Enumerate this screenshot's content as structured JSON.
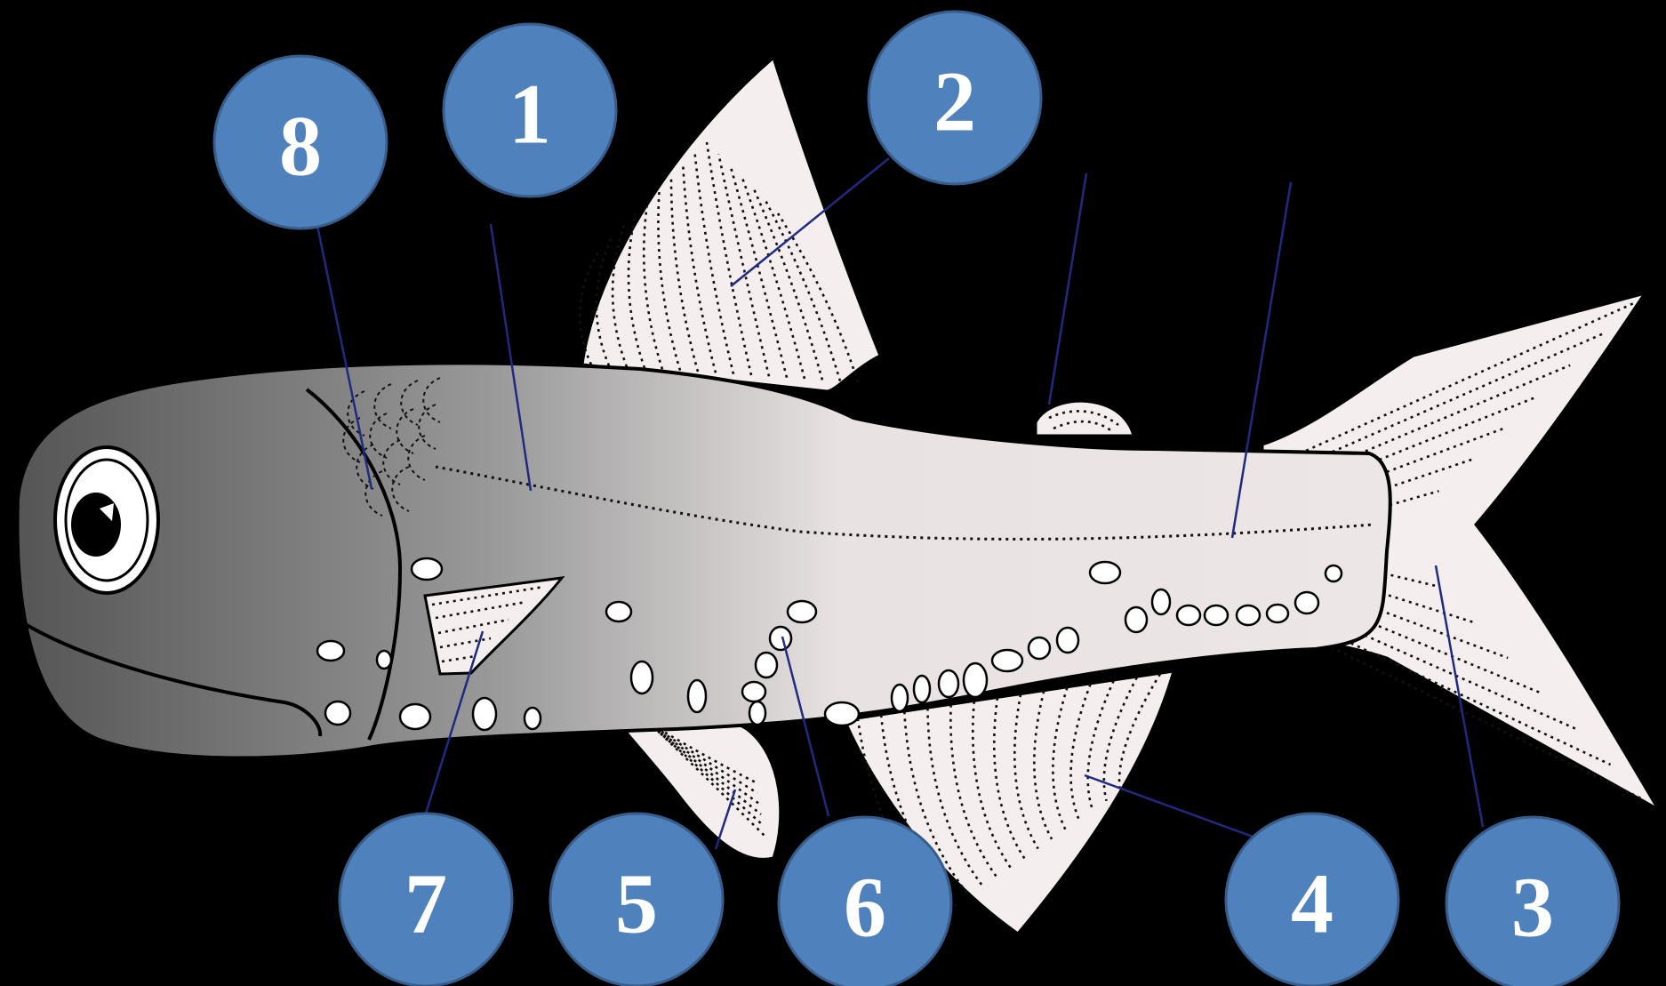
{
  "diagram": {
    "background": "#000000",
    "callout_fill": "#4f81bd",
    "leader_color": "#1f2a80",
    "callouts": [
      {
        "id": "callout-1",
        "label": "1"
      },
      {
        "id": "callout-2",
        "label": "2"
      },
      {
        "id": "callout-3",
        "label": "3"
      },
      {
        "id": "callout-4",
        "label": "4"
      },
      {
        "id": "callout-5",
        "label": "5"
      },
      {
        "id": "callout-6",
        "label": "6"
      },
      {
        "id": "callout-7",
        "label": "7"
      },
      {
        "id": "callout-8",
        "label": "8"
      }
    ]
  }
}
